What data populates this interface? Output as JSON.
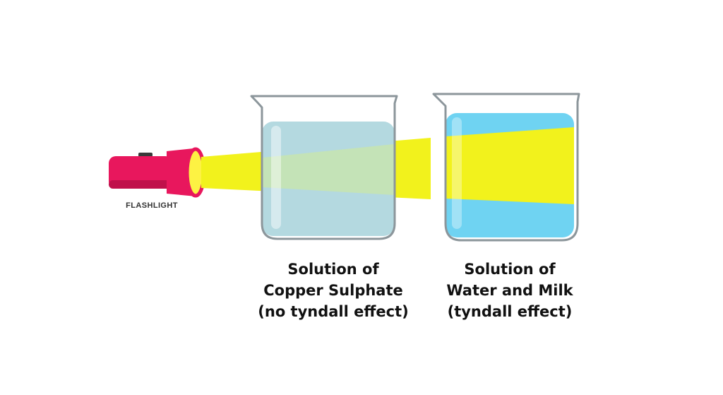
{
  "flashlight": {
    "label": "FLASHLIGHT"
  },
  "beakers": [
    {
      "caption": [
        "Solution of",
        "Copper Sulphate",
        "(no tyndall effect)"
      ]
    },
    {
      "caption": [
        "Solution of",
        "Water and Milk",
        "(tyndall effect)"
      ]
    }
  ],
  "colors": {
    "flashlight_body": "#e8175d",
    "flashlight_lens": "#fdf243",
    "light_beam": "#f2f21c",
    "copper_sulphate_solution": "#b4d9e0",
    "milk_solution": "#6fd3f2",
    "glass_outline": "#8c969b"
  }
}
